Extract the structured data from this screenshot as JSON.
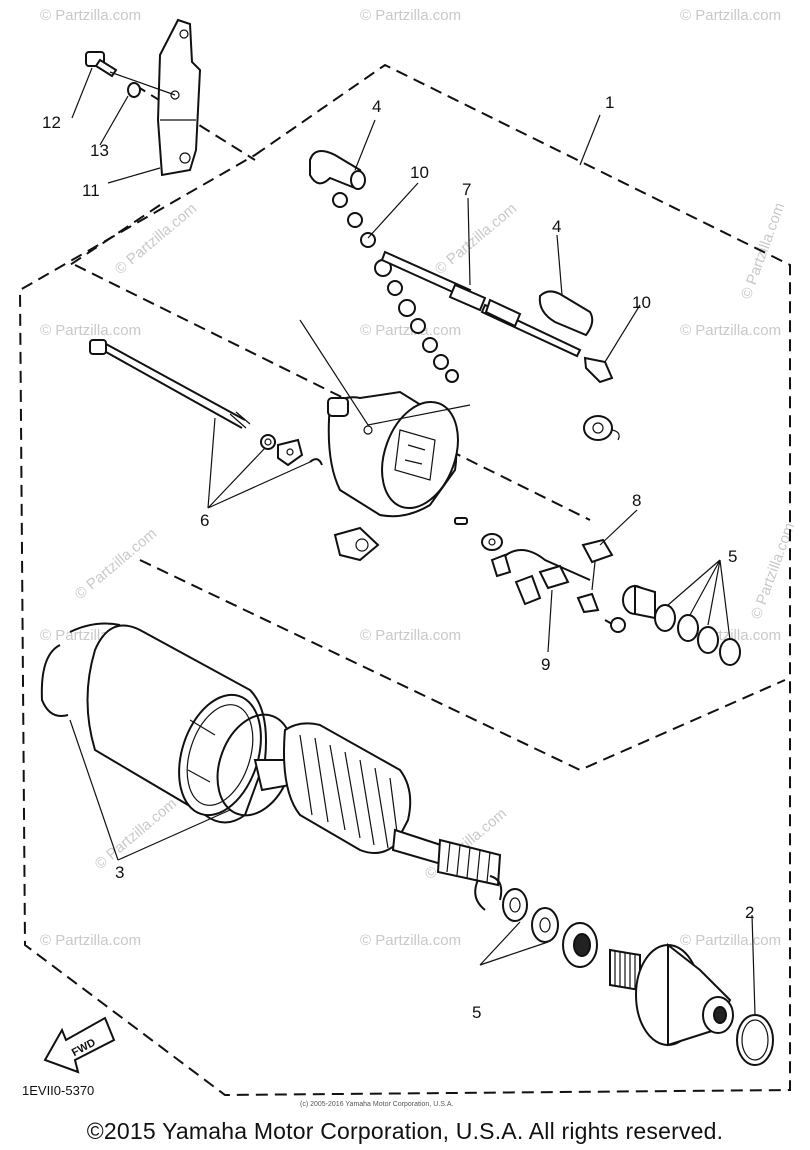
{
  "diagram": {
    "callouts": {
      "c1": "1",
      "c2": "2",
      "c3": "3",
      "c4a": "4",
      "c4b": "4",
      "c5a": "5",
      "c5b": "5",
      "c6": "6",
      "c7": "7",
      "c8": "8",
      "c9": "9",
      "c10a": "10",
      "c10b": "10",
      "c11": "11",
      "c12": "12",
      "c13": "13"
    },
    "fwd_label": "FWD",
    "drawing_code": "1EVII0-5370",
    "fine_print": "(c) 2005-2016 Yamaha Motor Corporation, U.S.A.",
    "watermark": "© Partzilla.com"
  },
  "footer": {
    "copyright": "©2015 Yamaha Motor Corporation, U.S.A. All rights reserved."
  }
}
